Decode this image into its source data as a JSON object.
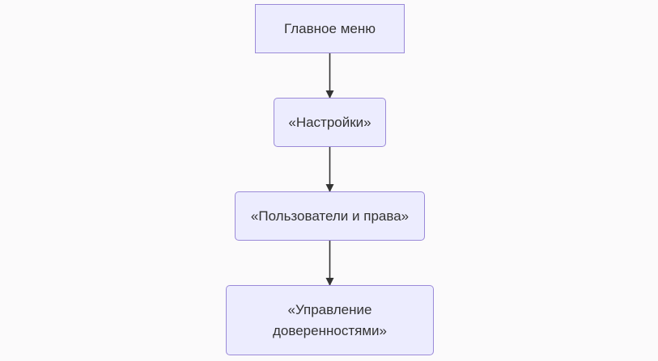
{
  "diagram": {
    "type": "flowchart",
    "direction": "top-down",
    "nodes": [
      {
        "id": "n1",
        "label": "Главное меню"
      },
      {
        "id": "n2",
        "label": "«Настройки»"
      },
      {
        "id": "n3",
        "label": "«Пользователи и права»"
      },
      {
        "id": "n4",
        "label": "«Управление доверенностями»"
      }
    ],
    "edges": [
      {
        "from": "n1",
        "to": "n2"
      },
      {
        "from": "n2",
        "to": "n3"
      },
      {
        "from": "n3",
        "to": "n4"
      }
    ],
    "colors": {
      "node_fill": "#ececfe",
      "node_border": "#9b8ad8",
      "text": "#333333",
      "edge": "#333333",
      "background": "#fbfafb"
    }
  }
}
